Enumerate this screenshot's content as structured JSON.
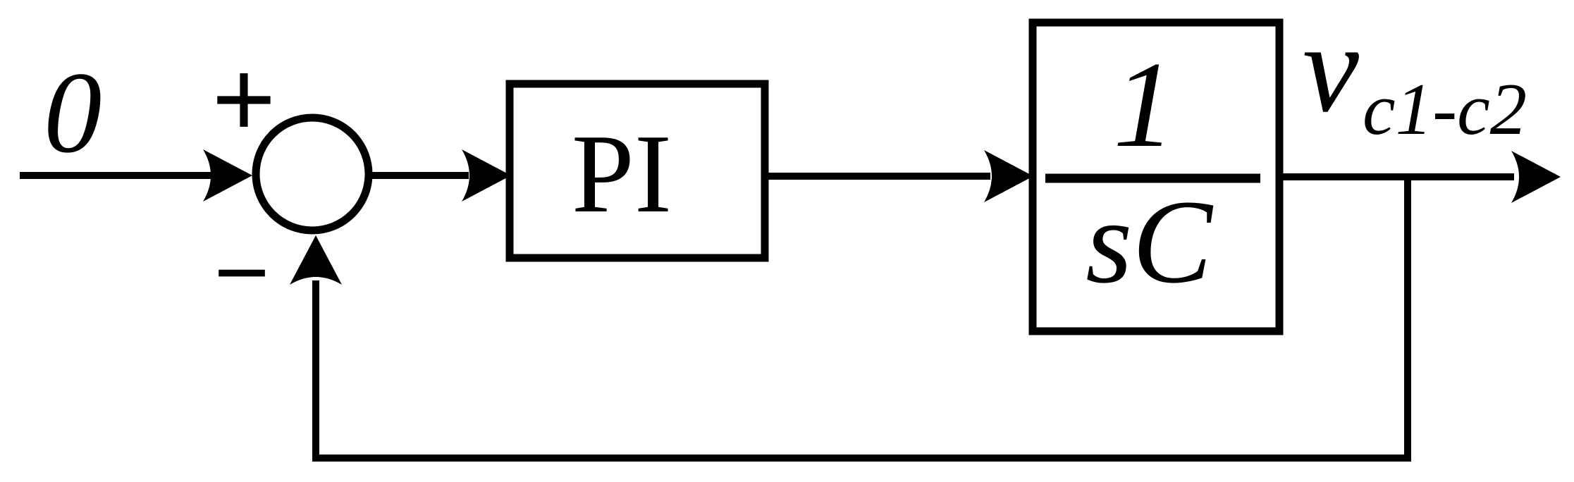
{
  "diagram": {
    "colors": {
      "line": "#000000",
      "background": "#ffffff"
    },
    "reference": {
      "label": "0"
    },
    "summing_junction": {
      "plus_sign": "+",
      "minus_sign": "−"
    },
    "controller_block": {
      "label": "PI"
    },
    "plant_block": {
      "numerator": "1",
      "denominator": "sC"
    },
    "output": {
      "base": "v",
      "subscript": "c1-c2"
    }
  }
}
